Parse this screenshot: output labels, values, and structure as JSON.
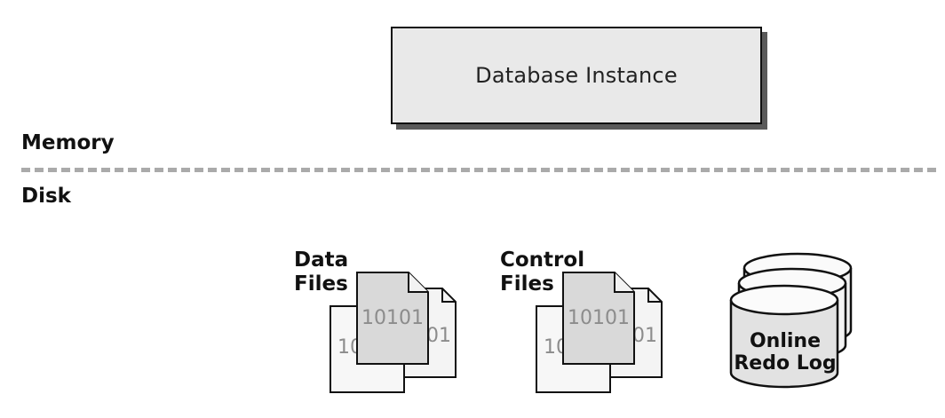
{
  "instance": {
    "label": "Database Instance"
  },
  "regions": {
    "memory": "Memory",
    "disk": "Disk"
  },
  "data_files": {
    "label": "Data\nFiles",
    "bits_front": "10101",
    "bits_back": "01",
    "bits_bottom": "10"
  },
  "control_files": {
    "label": "Control\nFiles",
    "bits_front": "10101",
    "bits_back": "01",
    "bits_bottom": "10"
  },
  "redo_log": {
    "line1": "Online",
    "line2": "Redo Log"
  }
}
